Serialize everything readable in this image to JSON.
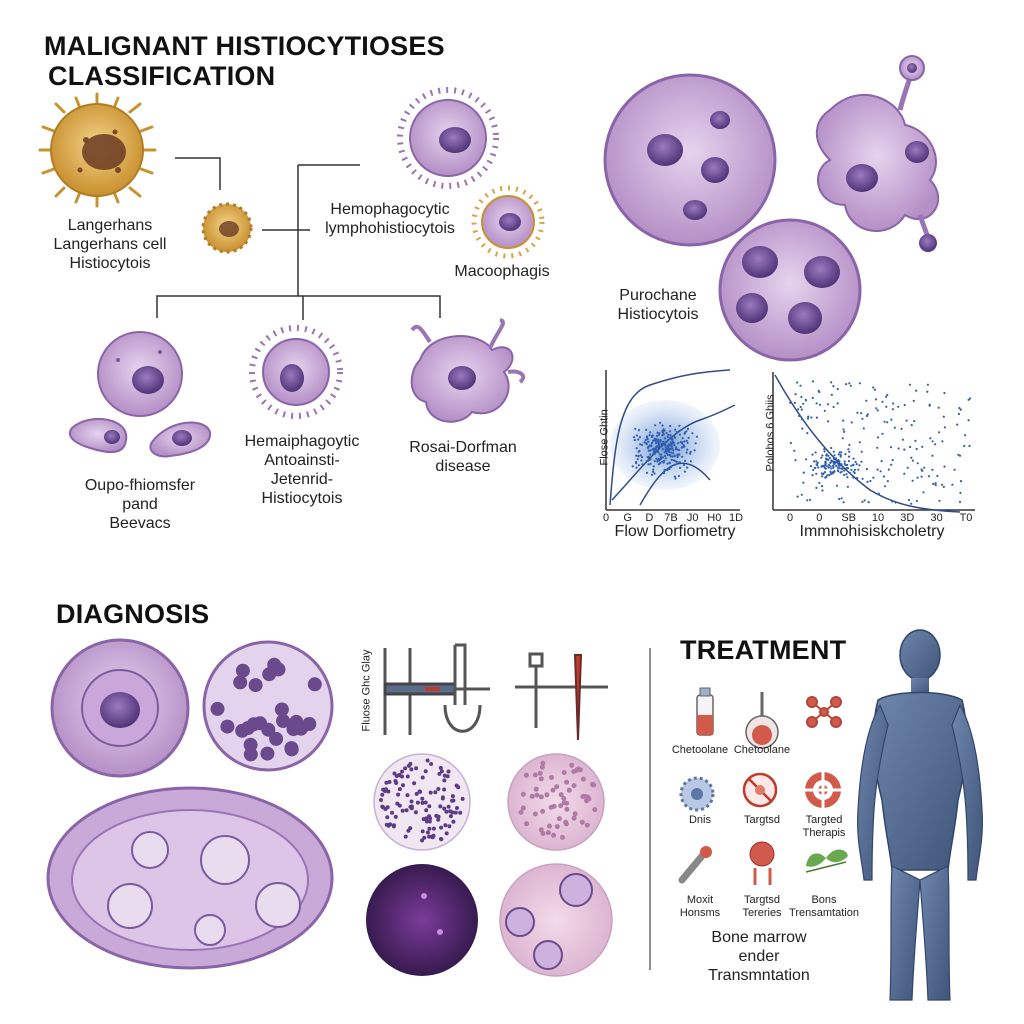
{
  "headings": {
    "classification_line1": "MALIGNANT HISTIOCYTIOSES",
    "classification_line2": "CLASSIFICATION",
    "diagnosis": "DIAGNOSIS",
    "treatment": "TREATMENT"
  },
  "classification": {
    "langerhans": [
      "Langerhans",
      "Langerhans cell",
      "Histiocytois"
    ],
    "hemophagocytic": [
      "Hemophagocytic",
      "lymphohistiocytois"
    ],
    "macrophage": "Macoophagis",
    "left_child": [
      "Oupo-fhiomsfer",
      "pand",
      "Beevacs"
    ],
    "mid_child": [
      "Hemaiphagoytic",
      "Antoainsti-",
      "Jetenrid-",
      "Histiocytois"
    ],
    "right_child": [
      "Rosai-Dorfman",
      "disease"
    ]
  },
  "pathology": {
    "label": [
      "Purochane",
      "Histiocytois"
    ]
  },
  "plots": {
    "left_xlabel": "Flow Dorfiometry",
    "left_ylabel": "Flose Ghtin",
    "left_ticks": [
      "0",
      "G",
      "D",
      "7B",
      "J0",
      "H0",
      "1D"
    ],
    "right_xlabel": "Immnohisiskcholetry",
    "right_ylabel": "Polohos 6 Ghiis",
    "right_ticks": [
      "0",
      "0",
      "SB",
      "10",
      "3D",
      "30",
      "T0"
    ]
  },
  "diagnosis": {
    "instrument_label": "Fluose Ghc Glay"
  },
  "treatment": {
    "items": [
      {
        "label": [
          "Chetoolane"
        ],
        "icon": "vial-icon"
      },
      {
        "label": [
          "Chetoolane"
        ],
        "icon": "flask-icon"
      },
      {
        "label": [
          ""
        ],
        "icon": "molecule-icon"
      },
      {
        "label": [
          "Dnis"
        ],
        "icon": "cell-icon"
      },
      {
        "label": [
          "Targtsd"
        ],
        "icon": "no-cell-icon"
      },
      {
        "label": [
          "Targted",
          "Therapis"
        ],
        "icon": "target-icon"
      },
      {
        "label": [
          "Moxit",
          "Honsms"
        ],
        "icon": "syringe-icon"
      },
      {
        "label": [
          "Targtsd",
          "Tereries"
        ],
        "icon": "droplet-icon"
      },
      {
        "label": [
          "Bons",
          "Trensamtation"
        ],
        "icon": "leaf-icon"
      }
    ],
    "bone_marrow": [
      "Bone marrow",
      "ender",
      "Transmntation"
    ]
  },
  "colors": {
    "cell_purple": "#b892c8",
    "nucleus": "#6a4a8c",
    "langerhans_gold": "#d9a441",
    "body_blue": "#4f6690",
    "scatter_blue": "#2f5fb0"
  }
}
